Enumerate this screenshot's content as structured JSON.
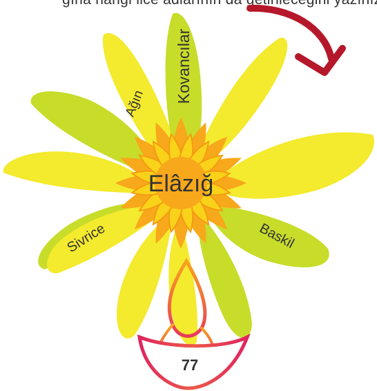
{
  "top_text_fragment": "ğına hangi ilce adlarının da getirileceğini yazınız",
  "center_label": "Elâzığ",
  "petal_labels": {
    "kovancilar": "Kovancılar",
    "agin": "Ağın",
    "baskil": "Baskil",
    "sivrice": "Sivrice"
  },
  "badge_number": "77",
  "colors": {
    "petal_light": "#f4ea2e",
    "petal_green": "#c8dc2a",
    "center_outer": "#f7a81b",
    "center_inner": "#f9d21a",
    "arrow": "#b5182a",
    "badge_stroke": "#e02c6a",
    "flame": "#f28a1e"
  }
}
